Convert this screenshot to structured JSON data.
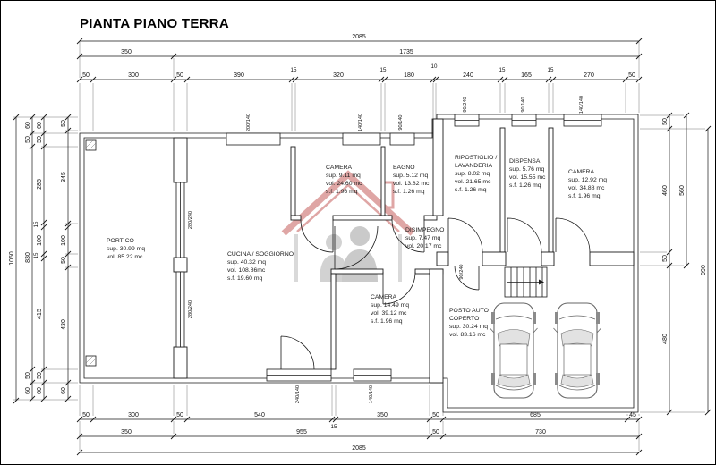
{
  "title": "PIANTA PIANO TERRA",
  "dims": {
    "t1": [
      "2085"
    ],
    "t2": [
      "350",
      "1735"
    ],
    "t3": [
      "50",
      "300",
      "50",
      "390",
      "15",
      "320",
      "15",
      "180",
      "10",
      "240",
      "15",
      "165",
      "15",
      "270",
      "50"
    ],
    "l1": [
      "1050"
    ],
    "l2": [
      "60",
      "50",
      "830",
      "50",
      "60"
    ],
    "l3": [
      "60",
      "50",
      "285",
      "15",
      "100",
      "15",
      "415",
      "50",
      "60"
    ],
    "l4": [
      "50",
      "345",
      "100",
      "50",
      "430",
      "60"
    ],
    "r1": [
      "50",
      "460",
      "50",
      "480"
    ],
    "r2": [
      "560"
    ],
    "r3": [
      "990"
    ],
    "b1": [
      "50",
      "300",
      "50",
      "540",
      "15",
      "350",
      "50",
      "685",
      "45"
    ],
    "b2": [
      "350",
      "955",
      "50",
      "730"
    ],
    "b3": [
      "2085"
    ]
  },
  "openings": {
    "o1": "200/140",
    "o2": "140/140",
    "o3": "90/140",
    "o4": "90/240",
    "o5": "90/140",
    "o6": "140/140",
    "o7": "280/240",
    "o8": "280/240",
    "o9": "90/240",
    "o10": "240/140",
    "o11": "140/140"
  },
  "rooms": {
    "portico": [
      "PORTICO",
      "sup. 30.99 mq",
      "vol. 85.22 mc"
    ],
    "cucina": [
      "CUCINA / SOGGIORNO",
      "sup. 40.32 mq",
      "vol. 108.86mc",
      "s.f. 19.60 mq"
    ],
    "camera1": [
      "CAMERA",
      "sup. 9.11 mq",
      "vol. 24.60 mc",
      "s.f. 1.96 mq"
    ],
    "bagno": [
      "BAGNO",
      "sup. 5.12 mq",
      "vol. 13.82 mc",
      "s.f. 1.26 mq"
    ],
    "ripostiglio": [
      "RIPOSTIGLIO /",
      "LAVANDERIA",
      "sup. 8.02 mq",
      "vol. 21.65 mc",
      "s.f. 1.26 mq"
    ],
    "dispensa": [
      "DISPENSA",
      "sup. 5.76 mq",
      "vol. 15.55 mc",
      "s.f. 1.26 mq"
    ],
    "camera2": [
      "CAMERA",
      "sup. 12.92 mq",
      "vol. 34.88 mc",
      "s.f. 1.96 mq"
    ],
    "disimpegno": [
      "DISIMPEGNO",
      "sup. 7.47 mq",
      "vol. 20.17 mc"
    ],
    "camera3": [
      "CAMERA",
      "sup. 14.49 mq",
      "vol. 39.12 mc",
      "s.f. 1.96 mq"
    ],
    "posto_auto": [
      "POSTO AUTO",
      "COPERTO",
      "sup. 30.24 mq",
      "vol. 83.16 mc"
    ]
  },
  "colors": {
    "watermark_red": "#c0504d",
    "watermark_grey": "#9d9d9d",
    "line": "#1a1a1a"
  }
}
